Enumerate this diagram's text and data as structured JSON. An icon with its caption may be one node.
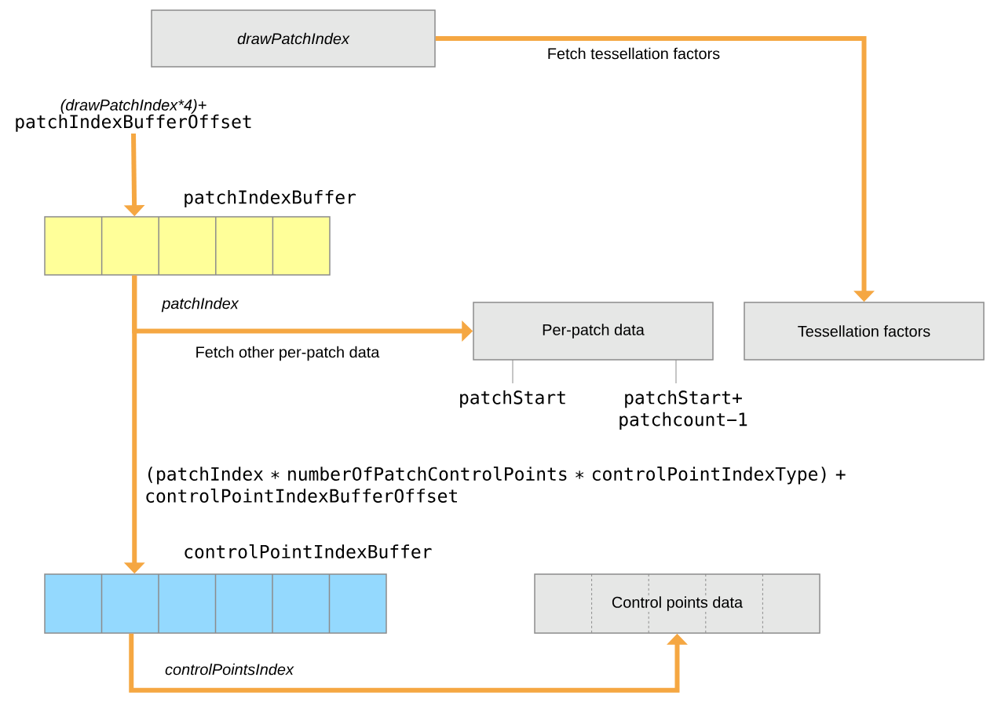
{
  "diagram": {
    "nodes": [
      {
        "text": [
          "drawPatchIndex"
        ]
      },
      {
        "text": [
          "(drawPatchIndex*4)+",
          "patchIndexBufferOffset"
        ]
      },
      {
        "text": [
          "patchIndexBuffer"
        ]
      },
      {
        "text": [
          "Per-patch data"
        ],
        "beside": [
          "patchStart",
          "patchStart+ patchcount−1"
        ]
      },
      {
        "text": [
          "Tessellation factors"
        ]
      },
      {
        "text": [
          "controlPointIndexBuffer"
        ]
      },
      {
        "text": [
          "Control points data"
        ]
      }
    ],
    "edges": [
      {
        "from": 0,
        "to": 4,
        "arrow": "to",
        "label": "Fetch tessellation factors"
      },
      {
        "from": 1,
        "to": 2,
        "arrow": "to"
      },
      {
        "from": 2,
        "to": 3,
        "arrow": "to",
        "label": "Fetch other per-patch data"
      },
      {
        "from": 2,
        "to": 5,
        "arrow": "to",
        "label": "(patchIndex ∗ numberOfPatchControlPoints ∗ controlPointIndexType) + controlPointIndexBufferOffset"
      },
      {
        "from": 5,
        "to": 6,
        "arrow": "to",
        "label": "controlPointsIndex"
      }
    ],
    "labels": [
      "patchIndex"
    ]
  }
}
